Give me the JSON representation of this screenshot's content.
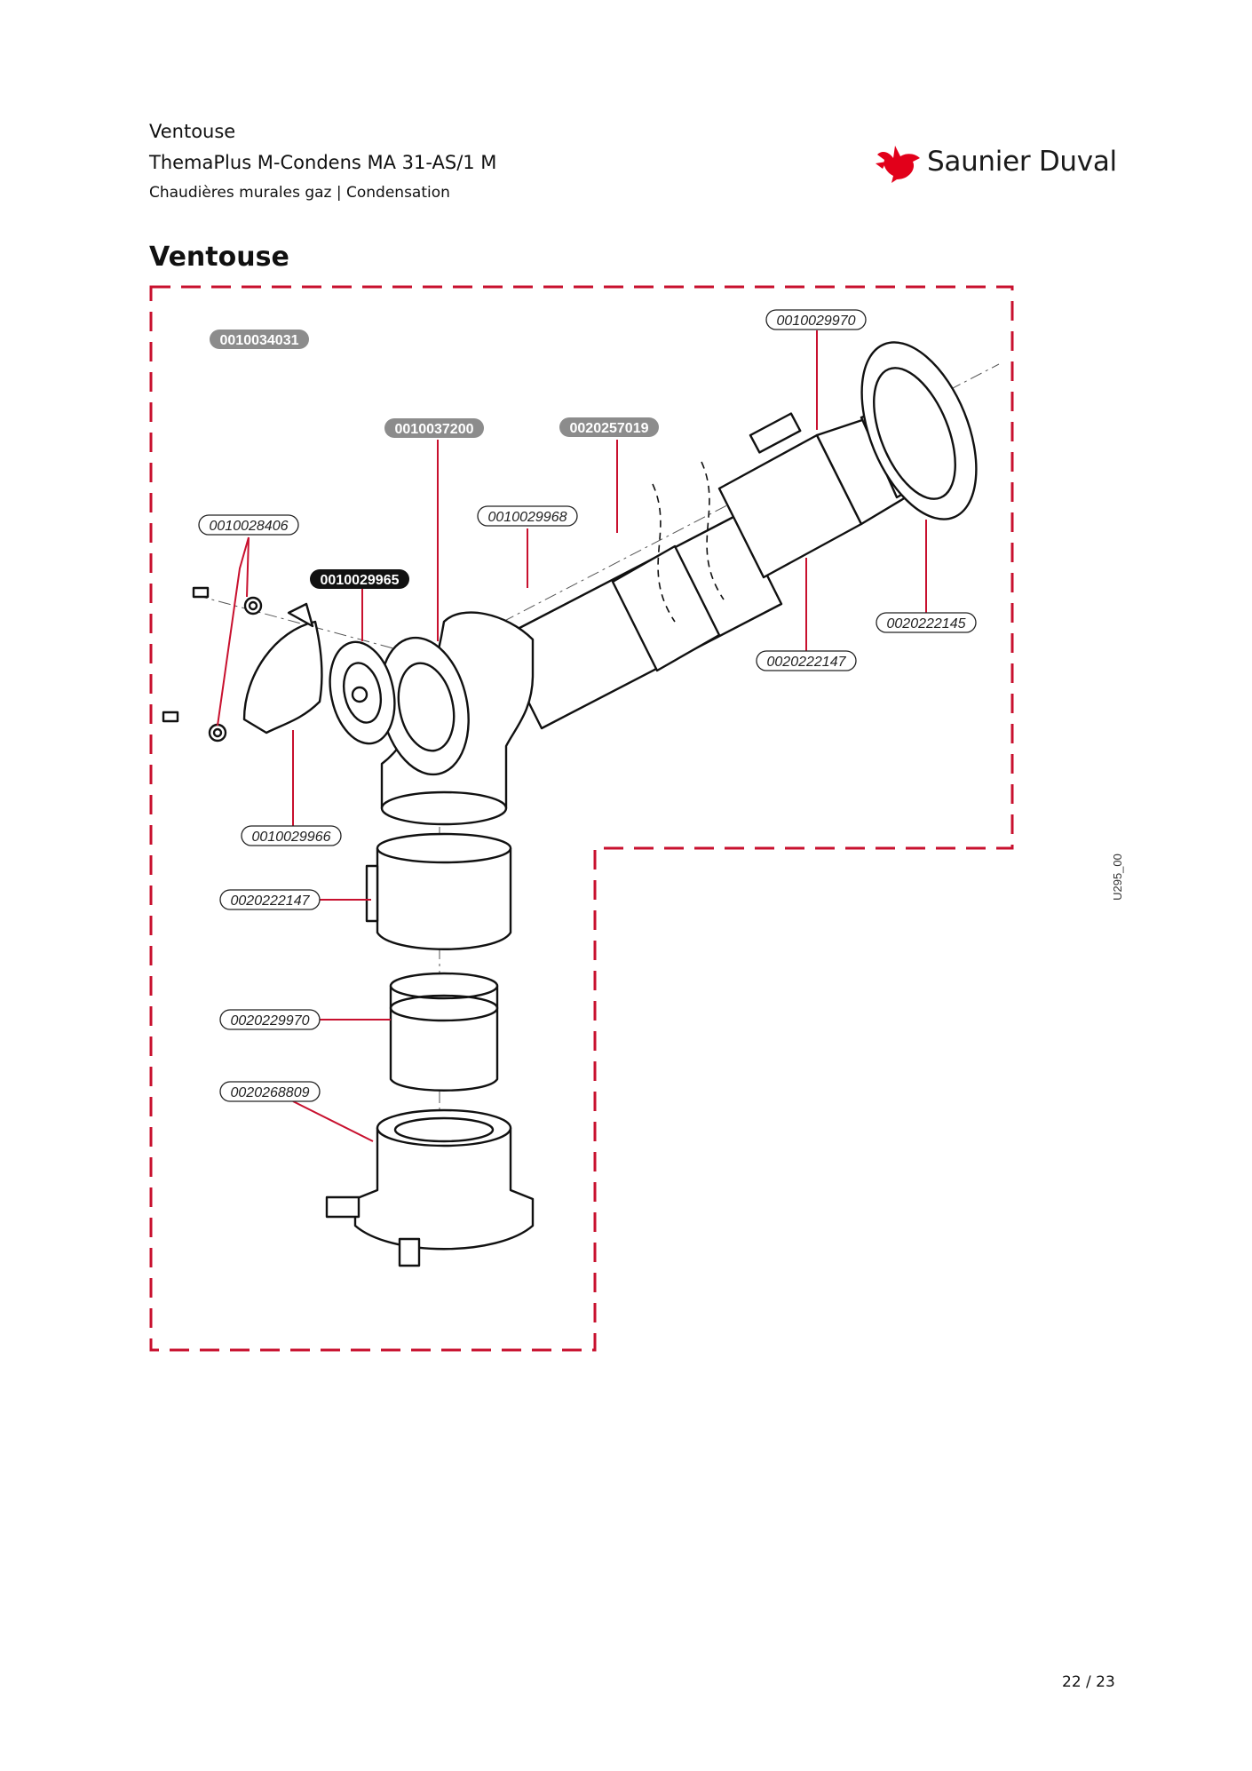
{
  "header": {
    "title": "Ventouse",
    "product": "ThemaPlus M-Condens MA 31-AS/1 M",
    "category": "Chaudières murales gaz | Condensation"
  },
  "brand": {
    "name": "Saunier Duval",
    "color": "#e2001a"
  },
  "section": {
    "title": "Ventouse"
  },
  "diagram": {
    "frame_color": "#c8102e",
    "drawing_code": "U295_00",
    "labels": {
      "kit": "0010034031",
      "elbow": "0010037200",
      "extension": "0020257019",
      "terminal": "0010029970",
      "plug_screws": "0010028406",
      "inner_pipe": "0010029968",
      "cap_plate": "0010029965",
      "wall_rosette": "0020222145",
      "clamp_upper": "0020222147",
      "end_cap": "0010029966",
      "clamp_lower": "0020222147",
      "adapter": "0020229970",
      "flue_connector": "0020268809"
    }
  },
  "footer": {
    "page": "22 / 23"
  }
}
